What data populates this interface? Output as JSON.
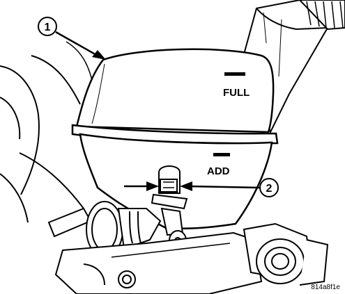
{
  "marks": {
    "full_label": "FULL",
    "add_label": "ADD"
  },
  "callouts": [
    {
      "number": "1"
    },
    {
      "number": "2"
    }
  ],
  "figure_code": "814a8f1e",
  "colors": {
    "ink": "#000000",
    "shade": "#c8c8c8",
    "paper": "#ffffff"
  }
}
